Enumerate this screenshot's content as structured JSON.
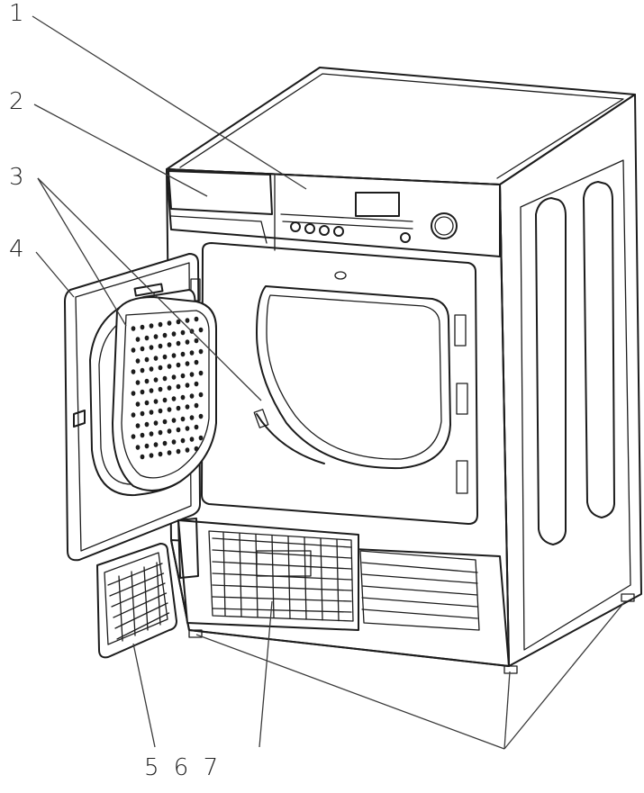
{
  "callouts": {
    "c1": "1",
    "c2": "2",
    "c3": "3",
    "c4": "4",
    "bottom": "5 6 7"
  },
  "colors": {
    "line": "#1c1c1c",
    "background": "#ffffff"
  }
}
